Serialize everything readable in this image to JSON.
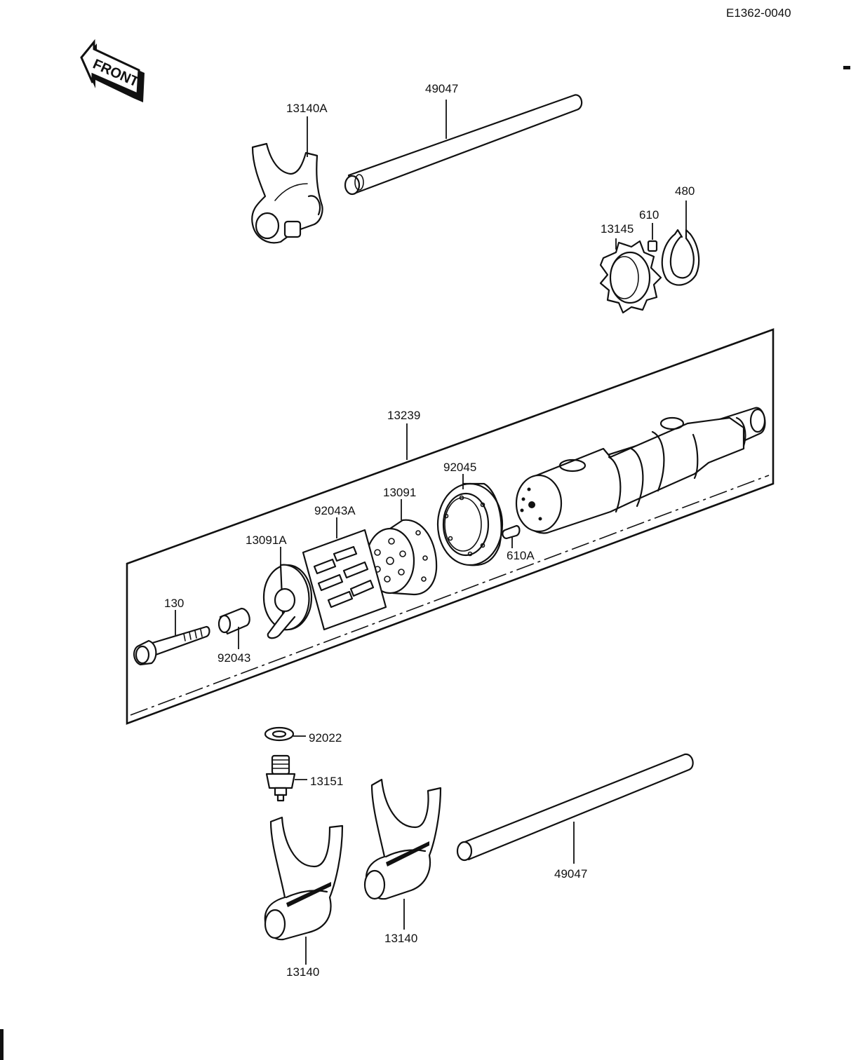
{
  "diagram_code": "E1362-0040",
  "front_label": "FRONT",
  "labels": {
    "fork_13140A": "13140A",
    "shaft_upper": "49047",
    "plate_13145": "13145",
    "pin_610": "610",
    "circlip_480": "480",
    "drum_assy": "13239",
    "bearing": "92045",
    "drum_pin_holder": "13091",
    "pins_set": "92043A",
    "cam_13091A": "13091A",
    "pin_610A": "610A",
    "bolt_130": "130",
    "collar_92043": "92043",
    "washer_92022": "92022",
    "switch_13151": "13151",
    "shaft_lower": "49047",
    "fork_13140_mid": "13140",
    "fork_13140_low": "13140"
  }
}
